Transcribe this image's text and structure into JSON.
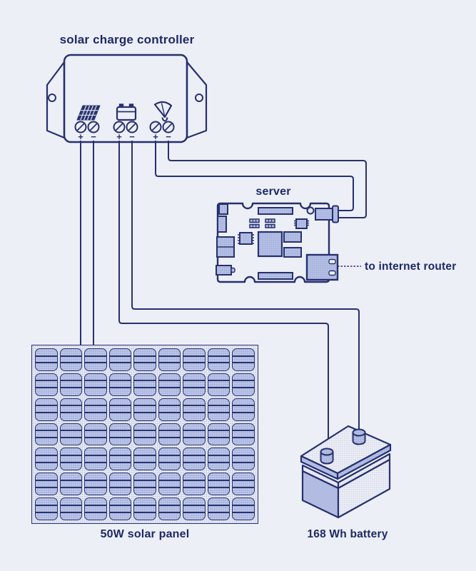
{
  "palette": {
    "background": "#edeff7",
    "outline": "#27306e",
    "text": "#1d2965",
    "fill_light": "#eef0f6",
    "fill_medium": "#a9b5df"
  },
  "components": {
    "controller": {
      "label": "solar charge controller",
      "channels": [
        {
          "name": "pv-input",
          "icon": "solar-panel-icon",
          "plus": "+",
          "minus": "−"
        },
        {
          "name": "battery-output",
          "icon": "battery-icon",
          "plus": "+",
          "minus": "−"
        },
        {
          "name": "load-output",
          "icon": "lamp-icon",
          "plus": "+",
          "minus": "−"
        }
      ]
    },
    "server": {
      "label": "server",
      "port_label": "to internet router"
    },
    "solar_panel": {
      "label": "50W solar panel",
      "rows": 7,
      "cols": 9
    },
    "battery": {
      "label": "168 Wh battery"
    }
  },
  "connections": [
    {
      "from": "solar-charge-controller:pv",
      "to": "solar-panel",
      "wires": 2
    },
    {
      "from": "solar-charge-controller:battery",
      "to": "battery",
      "wires": 2
    },
    {
      "from": "solar-charge-controller:load",
      "to": "server:power-jack",
      "wires": 2
    },
    {
      "from": "server:ethernet",
      "to": "internet-router",
      "wires": 1
    }
  ]
}
